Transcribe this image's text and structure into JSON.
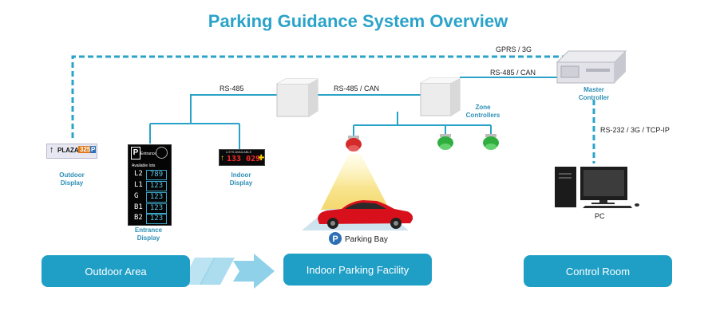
{
  "title": "Parking Guidance System Overview",
  "colors": {
    "accent": "#2aa3c9",
    "button": "#1f9fc6",
    "arrow": "#8fd1e8",
    "label_blue": "#2c8fb5",
    "sensor_red": "#d42a2a",
    "sensor_green": "#2fae3f",
    "car": "#d8101c"
  },
  "links": {
    "gprs": "GPRS / 3G",
    "rs485_can_master": "RS-485 / CAN",
    "rs485": "RS-485",
    "rs485_can": "RS-485 / CAN",
    "rs232": "RS-232 / 3G / TCP-IP"
  },
  "devices": {
    "master_controller": "Master\nController",
    "zone_controllers": "Zone\nControllers",
    "outdoor_display": "Outdoor\nDisplay",
    "indoor_display": "Indoor\nDisplay",
    "entrance_display": "Entrance\nDisplay",
    "pc": "PC",
    "parking_bay": "Parking Bay"
  },
  "outdoor_sign": {
    "text": "PLAZA",
    "count": "325",
    "icon": "P",
    "arrow": "up-arrow-icon"
  },
  "indoor_sign": {
    "header": "LOTS  AVAILABLE",
    "value": "133 029"
  },
  "entrance_sign": {
    "logo": "P",
    "word": "Entrance",
    "subtitle": "Available lots",
    "rows": [
      {
        "level": "L2",
        "count": "789"
      },
      {
        "level": "L1",
        "count": "123"
      },
      {
        "level": "G",
        "count": "123"
      },
      {
        "level": "B1",
        "count": "123"
      },
      {
        "level": "B2",
        "count": "123"
      }
    ]
  },
  "areas": {
    "outdoor": "Outdoor Area",
    "indoor": "Indoor Parking Facility",
    "control": "Control Room"
  }
}
